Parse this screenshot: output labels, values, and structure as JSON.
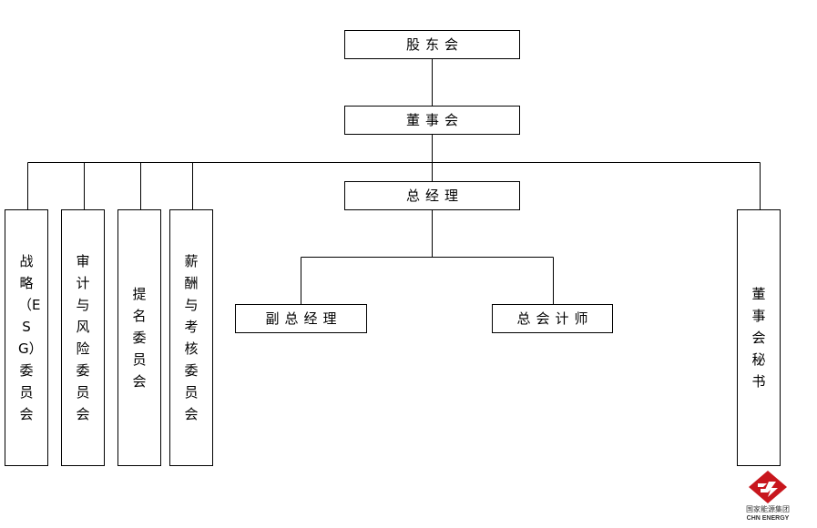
{
  "org_chart": {
    "shareholders": "股东会",
    "board": "董事会",
    "general_manager": "总经理",
    "deputy_general_manager": "副总经理",
    "chief_accountant": "总会计师",
    "board_secretary": "董事会秘书",
    "committees": [
      "战略（ESG）委员会",
      "审计与风险委员会",
      "提名委员会",
      "薪酬与考核委员会"
    ]
  },
  "logo": {
    "text_cn": "国家能源集团",
    "text_en": "CHN ENERGY",
    "color": "#c8161d"
  },
  "colors": {
    "line": "#000000",
    "box_border": "#000000",
    "background": "#ffffff"
  }
}
